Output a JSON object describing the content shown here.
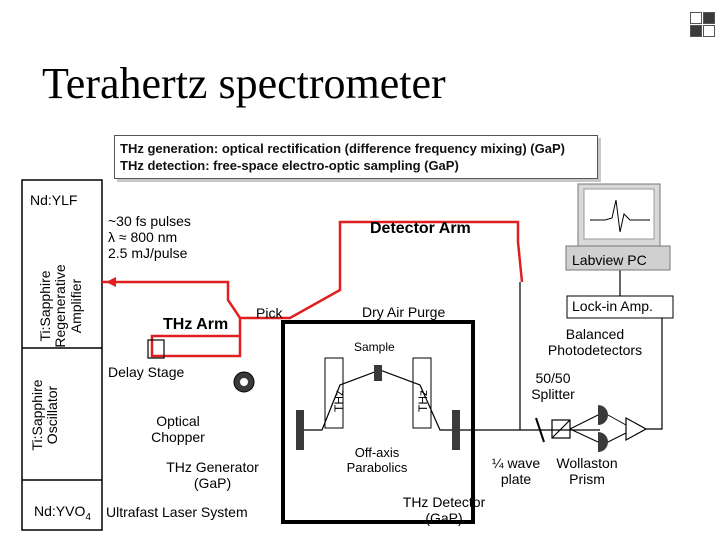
{
  "title": "Terahertz spectrometer",
  "info": {
    "generation": "THz generation: optical rectification (difference frequency mixing) (GaP)",
    "detection": "THz detection: free-space electro-optic sampling (GaP)"
  },
  "laser": {
    "nd_ylf": "Nd:YLF",
    "regen_line1": "Ti:Sapphire",
    "regen_line2": "Regenerative",
    "regen_line3": "Amplifier",
    "osc_line1": "Ti:Sapphire",
    "osc_line2": "Oscillator",
    "nd_yvo4": "Nd:YVO",
    "nd_yvo4_sub": "4",
    "system": "Ultrafast Laser System"
  },
  "pulse_specs": {
    "line1": "~30 fs pulses",
    "line2": "λ ≈ 800 nm",
    "line3": "2.5 mJ/pulse"
  },
  "labels": {
    "thz_arm": "THz Arm",
    "pick": "Pick",
    "detector_arm": "Detector Arm",
    "dry_air_purge": "Dry Air Purge",
    "sample": "Sample",
    "thz_left": "THz",
    "thz_right": "THz",
    "delay_stage": "Delay Stage",
    "chopper_line1": "Optical",
    "chopper_line2": "Chopper",
    "generator_line1": "THz Generator",
    "generator_line2": "(GaP)",
    "parabolics_line1": "Off-axis",
    "parabolics_line2": "Parabolics",
    "detector_line1": "THz Detector",
    "detector_line2": "(GaP)",
    "labview": "Labview PC",
    "lockin": "Lock-in Amp.",
    "photodetectors_line1": "Balanced",
    "photodetectors_line2": "Photodetectors",
    "splitter_line1": "50/50",
    "splitter_line2": "Splitter",
    "waveplate_line1": "¼ wave",
    "waveplate_line2": "plate",
    "wollaston_line1": "Wollaston",
    "wollaston_line2": "Prism"
  },
  "colors": {
    "beam": "#e02020",
    "line": "#000000",
    "element": "#3a3a3a"
  }
}
